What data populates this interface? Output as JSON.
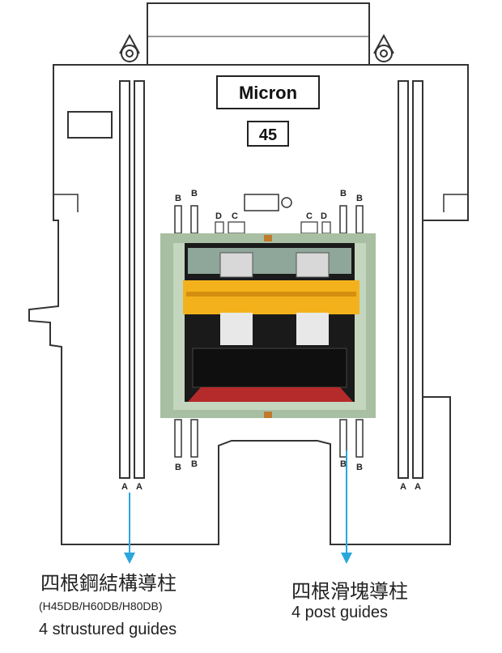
{
  "brand": "Micron",
  "model_number": "45",
  "labels": {
    "A": "A",
    "B": "B",
    "C": "C",
    "D": "D"
  },
  "captions": {
    "left_chinese": "四根鋼結構導柱",
    "left_models": "(H45DB/H60DB/H80DB)",
    "left_english": "4 strustured guides",
    "right_chinese": "四根滑塊導柱",
    "right_english": "4 post guides"
  },
  "colors": {
    "outline": "#333333",
    "arrow": "#2aa6dc",
    "photo_frame": "#a9bfa3",
    "ram": "#f3b21c"
  }
}
